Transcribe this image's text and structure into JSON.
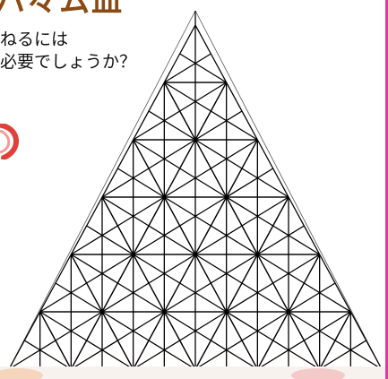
{
  "title_fragment": "ハ々ム皿",
  "question": {
    "line1": "ねるには",
    "line2": "必要でしょうか？"
  },
  "diagram": {
    "rows": 6,
    "description": "triangular stack of equilateral triangles each subdivided by medians into six small triangles",
    "stroke_color": "#000000",
    "outline_color": "#555555",
    "apex_extension_rows": 1
  },
  "colors": {
    "title": "#8b4a12",
    "border": "#d83aa8",
    "mark": "#e0403a"
  }
}
